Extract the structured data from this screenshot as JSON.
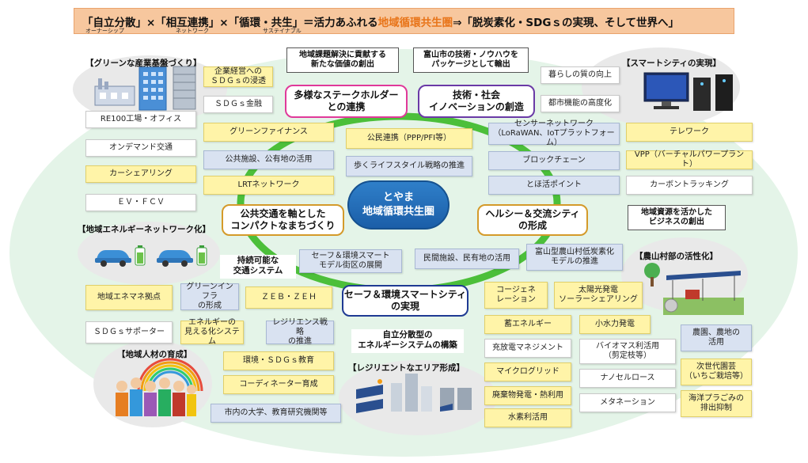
{
  "banner": {
    "segment1": "「自立分散」×「相互連携」×「循環・共生」＝活力あふれる",
    "highlight": "地域循環共生圏",
    "segment2": "⇒「脱炭素化・SDGｓの実現、そして世界へ」",
    "ruby1": "オーナーシップ",
    "ruby2": "ネットワーク",
    "ruby3": "サステイナブル",
    "highlight_color": "#e8751a"
  },
  "center": {
    "line1": "とやま",
    "line2": "地域循環共生圏"
  },
  "key_pillars": {
    "stakeholder": "多様なステークホルダー\nとの連携",
    "innovation": "技術・社会\nイノベーションの創造",
    "compact_city": "公共交通を軸とした\nコンパクトなまちづくり",
    "healthy_city": "ヘルシー＆交流シティ\nの形成",
    "safe_city": "セーフ＆環境スマートシティ\nの実現"
  },
  "callouts": {
    "new_value": "地域課題解決に貢献する\n新たな価値の創出",
    "export": "富山市の技術・ノウハウを\nパッケージとして輸出",
    "transport": "持続可能な\n交通システム",
    "business": "地域資源を活かした\nビジネスの創出",
    "energy_system": "自立分散型の\nエネルギーシステムの構築"
  },
  "sections": {
    "green_industry": "【グリーンな産業基盤づくり】",
    "smart_city": "【スマートシティの実現】",
    "energy_network": "【地域エネルギーネットワーク化】",
    "rural": "【農山村部の活性化】",
    "human_resources": "【地域人材の育成】",
    "resilient": "【レジリエントなエリア形成】"
  },
  "boxes": {
    "sdgs_penetration": "企業経営への\nＳＤＧｓの浸透",
    "sdgs_finance": "ＳＤＧｓ金融",
    "re100": "RE100工場・オフィス",
    "ondemand": "オンデマンド交通",
    "carsharing": "カーシェアリング",
    "ev_fcv": "ＥＶ・ＦＣＶ",
    "green_finance": "グリーンファイナンス",
    "ppp_pfi": "公民連携（PPP/PFI等）",
    "public_facilities": "公共施設、公有地の活用",
    "walk_lifestyle": "歩くライフスタイル戦略の推進",
    "lrt": "LRTネットワーク",
    "sensor_network": "センサーネットワーク\n（LoRaWAN、IoTプラットフォーム）",
    "blockchain": "ブロックチェーン",
    "tohokatsu": "とほ活ポイント",
    "telework": "テレワーク",
    "vpp": "VPP（バーチャルパワープラント）",
    "carbon_tracking": "カーボントラッキング",
    "quality_of_life": "暮らしの質の向上",
    "urban_function": "都市機能の高度化",
    "safe_model": "セーフ＆環境スマート\nモデル街区の展開",
    "private_facilities": "民間施設、民有地の活用",
    "toyama_model": "富山型農山村低炭素化\nモデルの推進",
    "local_energy_hub": "地域エネマネ拠点",
    "green_infra": "グリーンインフラ\nの形成",
    "zeb_zeh": "ＺＥＢ・ＺＥＨ",
    "cogeneration": "コージェネ\nレーション",
    "solar_sharing": "太陽光発電\nソーラーシェアリング",
    "sdgs_supporter": "ＳＤＧｓサポーター",
    "energy_visualization": "エネルギーの\n見える化システム",
    "resilience_strategy": "レジリエンス戦略\nの推進",
    "storage": "蓄エネルギー",
    "small_hydro": "小水力発電",
    "farmland": "農園、農地の\n活用",
    "charge_management": "充放電マネジメント",
    "biomass": "バイオマス利活用\n（剪定枝等）",
    "next_gen_horticulture": "次世代園芸\n（いちご栽培等）",
    "microgrid": "マイクログリッド",
    "nanocellulose": "ナノセルロース",
    "waste_heat": "廃棄物発電・熱利用",
    "methanation": "メタネーション",
    "marine_plastic": "海洋プラごみの\n排出抑制",
    "hydrogen": "水素利活用",
    "env_education": "環境・ＳＤＧｓ教育",
    "coordinator": "コーディネーター育成",
    "universities": "市内の大学、教育研究機関等"
  },
  "icons": [
    "factory-icon",
    "office-building-icon",
    "computer-icon",
    "server-icon",
    "electric-car-icon",
    "battery-icon",
    "solar-farm-icon",
    "tree-icon",
    "people-group-icon",
    "rainbow-icon",
    "city-buildings-icon",
    "solar-panel-icon"
  ],
  "colors": {
    "banner_bg": "#f7c79e",
    "center_blue": "#1b5ea8",
    "ring_green": "#4cbf3a",
    "pillar_magenta": "#e0399a",
    "pillar_purple": "#6a3aa6",
    "pillar_gold": "#d49a2a",
    "pillar_navy": "#1f3a93",
    "box_yellow": "#fff4a8",
    "box_blue": "#d9e2f1",
    "ellipse_green": "#e4f4e8"
  }
}
